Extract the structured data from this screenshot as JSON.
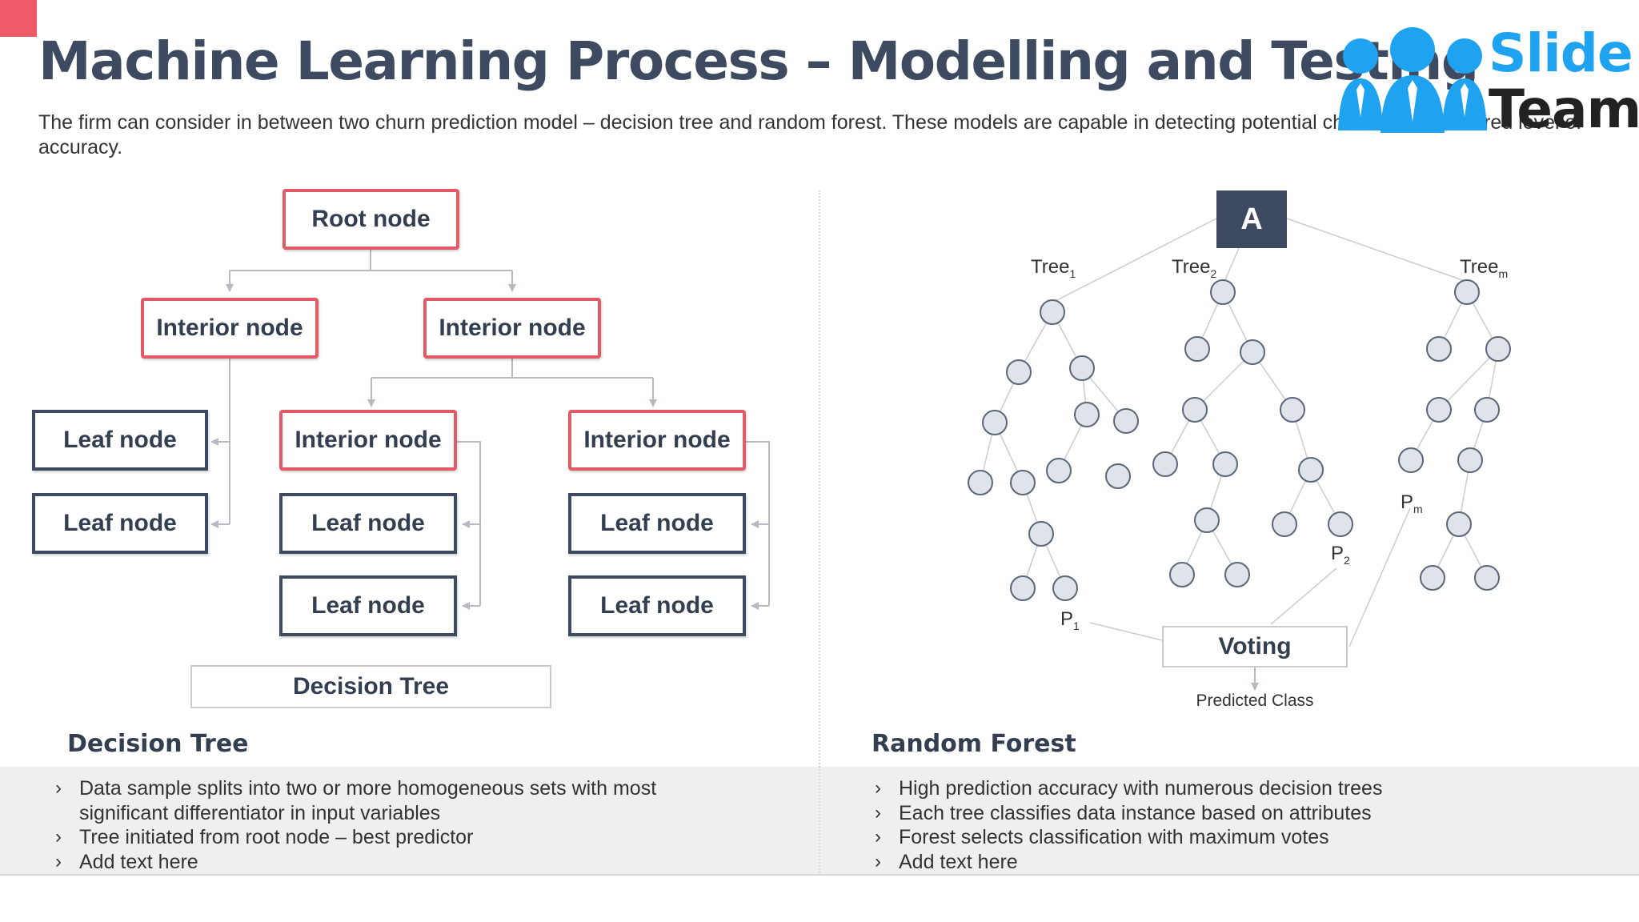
{
  "header": {
    "title": "Machine Learning Process – Modelling and Testing",
    "subtitle": "The firm can consider in between two churn prediction model – decision tree and random forest. These models are capable in detecting potential churners with desired level of accuracy."
  },
  "logo": {
    "word1": "Slide",
    "word2": "Team"
  },
  "colors": {
    "accent_red": "#e05b66",
    "navy": "#3d4a5f",
    "brand_blue": "#1fa3f0",
    "panel_gray": "#efeff1"
  },
  "decision_tree": {
    "root": "Root node",
    "interior_left": "Interior node",
    "interior_right": "Interior node",
    "interior_mid": "Interior node",
    "interior_far": "Interior node",
    "leaf_label": "Leaf node",
    "caption": "Decision Tree"
  },
  "random_forest": {
    "a_label": "A",
    "tree1": "Tree",
    "tree1_sub": "1",
    "tree2": "Tree",
    "tree2_sub": "2",
    "treem": "Tree",
    "treem_sub": "m",
    "p1": "P",
    "p1_sub": "1",
    "p2": "P",
    "p2_sub": "2",
    "pm": "P",
    "pm_sub": "m",
    "voting": "Voting",
    "predicted": "Predicted Class"
  },
  "sections": {
    "left_head": "Decision Tree",
    "left_bullets": [
      "Data sample splits into two or more homogeneous sets with most significant differentiator in input variables",
      "Tree initiated from root node – best predictor",
      "Add text here"
    ],
    "right_head": "Random Forest",
    "right_bullets": [
      "High prediction accuracy with numerous decision trees",
      "Each tree classifies data instance based on attributes",
      "Forest selects classification with maximum votes",
      "Add text here"
    ]
  }
}
